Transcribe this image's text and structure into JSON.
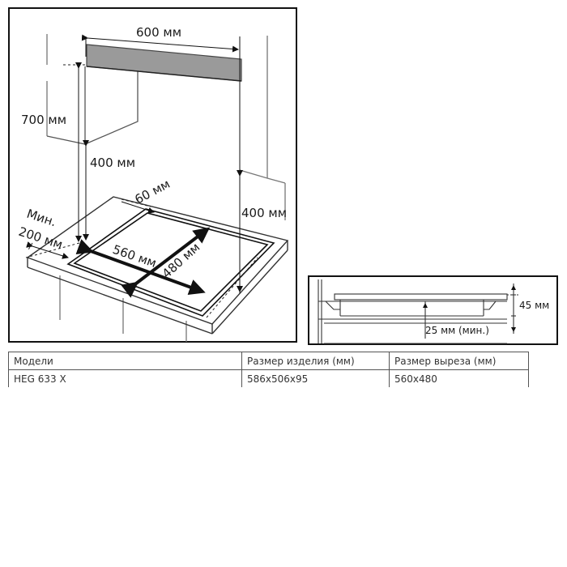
{
  "dimensions": {
    "width_600": "600 мм",
    "height_700": "700 мм",
    "height_400_left": "400 мм",
    "depth_60": "60 мм",
    "height_400_right": "400 мм",
    "min_label": "Мин.",
    "min_200": "200 мм",
    "cutout_560": "560 мм",
    "cutout_480": "480 мм",
    "side_45": "45 мм",
    "side_25": "25 мм (мин.)"
  },
  "table": {
    "headers": [
      "Модели",
      "Размер изделия (мм)",
      "Размер выреза (мм)"
    ],
    "rows": [
      [
        "HEG 633 X",
        "586x506x95",
        "560x480"
      ]
    ]
  }
}
